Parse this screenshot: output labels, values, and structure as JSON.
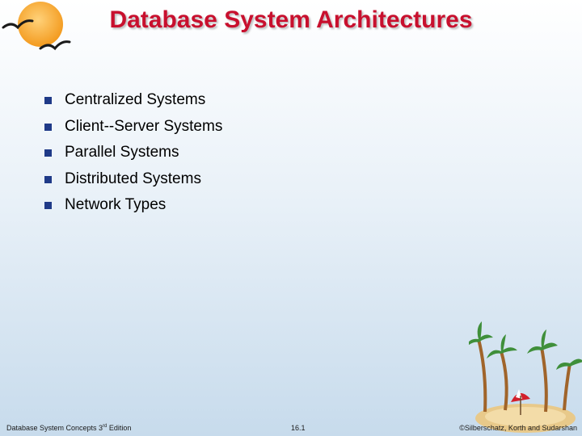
{
  "slide": {
    "title": "Database System Architectures",
    "bullets": [
      "Centralized Systems",
      "Client--Server Systems",
      "Parallel Systems",
      "Distributed Systems",
      "Network Types"
    ]
  },
  "footer": {
    "left_prefix": "Database System Concepts 3",
    "left_sup": "rd",
    "left_suffix": " Edition",
    "center": "16.1",
    "right": "©Silberschatz, Korth and Sudarshan"
  },
  "colors": {
    "title": "#c8102e",
    "bullet": "#1f3a88"
  },
  "icons": {
    "logo": "sun-with-birds-icon",
    "decoration": "palm-island-icon"
  }
}
